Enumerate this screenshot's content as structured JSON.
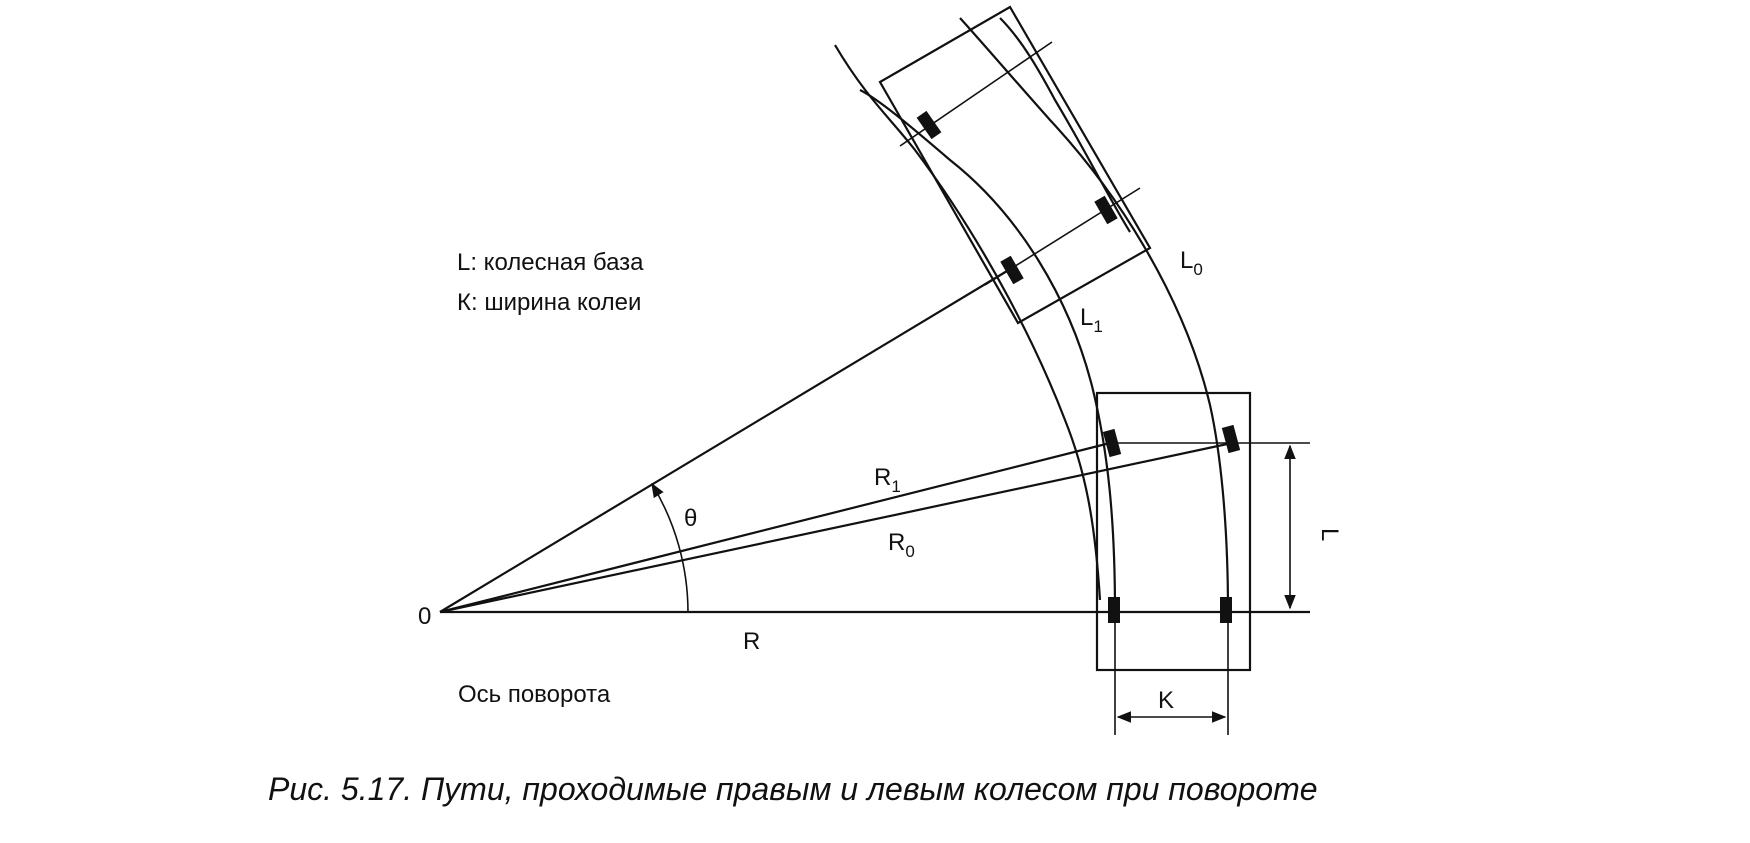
{
  "legend": {
    "wheelbase": "L: колесная база",
    "track": "К: ширина колеи"
  },
  "labels": {
    "origin": "0",
    "radius": "R",
    "r1_main": "R",
    "r1_sub": "1",
    "r0_main": "R",
    "r0_sub": "0",
    "theta": "θ",
    "l1_main": "L",
    "l1_sub": "1",
    "l0_main": "L",
    "l0_sub": "0",
    "wheelbase_dim": "L",
    "track_dim": "K",
    "axis": "Ось поворота"
  },
  "caption": "Рис. 5.17. Пути, проходимые правым и левым колесом при повороте"
}
